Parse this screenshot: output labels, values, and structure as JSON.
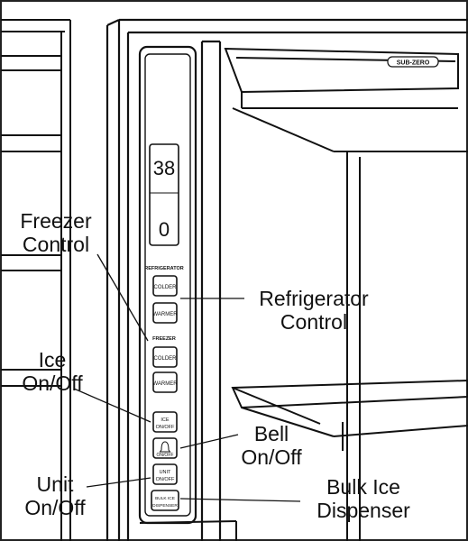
{
  "display": {
    "refrigerator_temp": "38",
    "freezer_temp": "0"
  },
  "brand_logo": "SUB-ZERO",
  "panel": {
    "refrigerator_header": "REFRIGERATOR",
    "freezer_header": "FREEZER",
    "buttons": [
      {
        "label_line1": "COLDER",
        "label_line2": ""
      },
      {
        "label_line1": "WARMER",
        "label_line2": ""
      },
      {
        "label_line1": "COLDER",
        "label_line2": ""
      },
      {
        "label_line1": "WARMER",
        "label_line2": ""
      },
      {
        "label_line1": "ICE",
        "label_line2": "ON/OFF"
      },
      {
        "label_line1": "",
        "label_line2": "ON/OFF",
        "icon": "bell-icon"
      },
      {
        "label_line1": "UNIT",
        "label_line2": "ON/OFF"
      },
      {
        "label_line1": "BULK ICE",
        "label_line2": "DISPENSER"
      }
    ]
  },
  "callouts": {
    "freezer_control": {
      "line1": "Freezer",
      "line2": "Control"
    },
    "refrigerator_control": {
      "line1": "Refrigerator",
      "line2": "Control"
    },
    "ice_on_off": {
      "line1": "Ice",
      "line2": "On/Off"
    },
    "bell_on_off": {
      "line1": "Bell",
      "line2": "On/Off"
    },
    "unit_on_off": {
      "line1": "Unit",
      "line2": "On/Off"
    },
    "bulk_ice_dispenser": {
      "line1": "Bulk Ice",
      "line2": "Dispenser"
    }
  }
}
